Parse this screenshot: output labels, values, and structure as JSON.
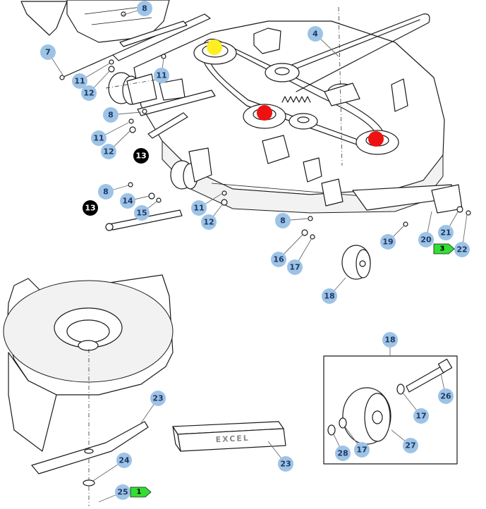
{
  "colors": {
    "callout_fill": "#9dc3e6",
    "callout_text": "#1f3864",
    "callout_dark_fill": "#000000",
    "callout_dark_text": "#ffffff",
    "tag_fill": "#33dd33",
    "marker_yellow": "#ffee22",
    "marker_red": "#ee1111"
  },
  "callouts": [
    {
      "label": "8"
    },
    {
      "label": "7"
    },
    {
      "label": "4"
    },
    {
      "label": "11"
    },
    {
      "label": "11"
    },
    {
      "label": "12"
    },
    {
      "label": "8"
    },
    {
      "label": "11"
    },
    {
      "label": "12"
    },
    {
      "label": "8"
    },
    {
      "label": "14"
    },
    {
      "label": "15"
    },
    {
      "label": "11"
    },
    {
      "label": "12"
    },
    {
      "label": "8"
    },
    {
      "label": "16"
    },
    {
      "label": "17"
    },
    {
      "label": "18"
    },
    {
      "label": "19"
    },
    {
      "label": "20"
    },
    {
      "label": "21"
    },
    {
      "label": "22"
    },
    {
      "label": "23"
    },
    {
      "label": "24"
    },
    {
      "label": "25"
    },
    {
      "label": "23"
    },
    {
      "label": "18"
    },
    {
      "label": "17"
    },
    {
      "label": "26"
    },
    {
      "label": "27"
    },
    {
      "label": "17"
    },
    {
      "label": "28"
    }
  ],
  "dark_callouts": [
    {
      "label": "13"
    },
    {
      "label": "13"
    }
  ],
  "tags": [
    {
      "label": "3"
    },
    {
      "label": "1"
    }
  ],
  "stamp_text": "EXCEL"
}
